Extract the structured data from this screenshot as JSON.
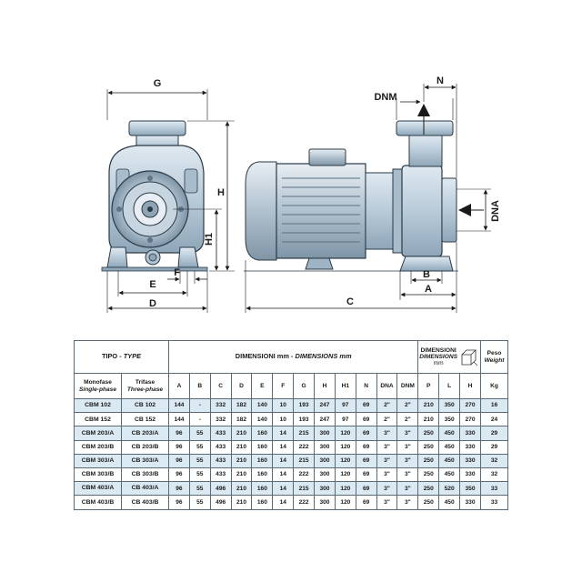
{
  "drawing": {
    "dimension_labels": {
      "G": "G",
      "H": "H",
      "H1": "H1",
      "F": "F",
      "E": "E",
      "D": "D",
      "C": "C",
      "A": "A",
      "B": "B",
      "N": "N",
      "DNM": "DNM",
      "DNA": "DNA"
    }
  },
  "table": {
    "tipo_label": "TIPO",
    "type_label": "TYPE",
    "dimensioni_label": "DIMENSIONI mm",
    "dimensions_label": "DIMENSIONS mm",
    "box_dim_label_1": "DIMENSIONI",
    "box_dim_label_2": "DIMENSIONS",
    "box_dim_unit": "mm",
    "peso_label": "Peso",
    "weight_label": "Weight",
    "monofase_label": "Monofase",
    "single_phase_label": "Single-phase",
    "trifase_label": "Trifase",
    "three_phase_label": "Three-phase",
    "columns": [
      "A",
      "B",
      "C",
      "D",
      "E",
      "F",
      "G",
      "H",
      "H1",
      "N",
      "DNA",
      "DNM",
      "P",
      "L",
      "H",
      "Kg"
    ],
    "rows": [
      {
        "mono": "CBM 102",
        "tri": "CB 102",
        "vals": [
          "144",
          "-",
          "332",
          "182",
          "140",
          "10",
          "193",
          "247",
          "97",
          "69",
          "2\"",
          "2\"",
          "210",
          "350",
          "270",
          "16"
        ]
      },
      {
        "mono": "CBM 152",
        "tri": "CB 152",
        "vals": [
          "144",
          "-",
          "332",
          "182",
          "140",
          "10",
          "193",
          "247",
          "97",
          "69",
          "2\"",
          "2\"",
          "210",
          "350",
          "270",
          "24"
        ]
      },
      {
        "mono": "CBM 203/A",
        "tri": "CB 203/A",
        "vals": [
          "96",
          "55",
          "433",
          "210",
          "160",
          "14",
          "215",
          "300",
          "120",
          "69",
          "3\"",
          "3\"",
          "250",
          "450",
          "330",
          "29"
        ]
      },
      {
        "mono": "CBM 203/B",
        "tri": "CB 203/B",
        "vals": [
          "96",
          "55",
          "433",
          "210",
          "160",
          "14",
          "222",
          "300",
          "120",
          "69",
          "3\"",
          "3\"",
          "250",
          "450",
          "330",
          "29"
        ]
      },
      {
        "mono": "CBM 303/A",
        "tri": "CB 303/A",
        "vals": [
          "96",
          "55",
          "433",
          "210",
          "160",
          "14",
          "215",
          "300",
          "120",
          "69",
          "3\"",
          "3\"",
          "250",
          "450",
          "330",
          "32"
        ]
      },
      {
        "mono": "CBM 303/B",
        "tri": "CB 303/B",
        "vals": [
          "96",
          "55",
          "433",
          "210",
          "160",
          "14",
          "222",
          "300",
          "120",
          "69",
          "3\"",
          "3\"",
          "250",
          "450",
          "330",
          "32"
        ]
      },
      {
        "mono": "CBM 403/A",
        "tri": "CB 403/A",
        "vals": [
          "96",
          "55",
          "496",
          "210",
          "160",
          "14",
          "215",
          "300",
          "120",
          "69",
          "3\"",
          "3\"",
          "250",
          "520",
          "350",
          "33"
        ]
      },
      {
        "mono": "CBM 403/B",
        "tri": "CB 403/B",
        "vals": [
          "96",
          "55",
          "496",
          "210",
          "160",
          "14",
          "222",
          "300",
          "120",
          "69",
          "3\"",
          "3\"",
          "250",
          "450",
          "330",
          "33"
        ]
      }
    ]
  }
}
